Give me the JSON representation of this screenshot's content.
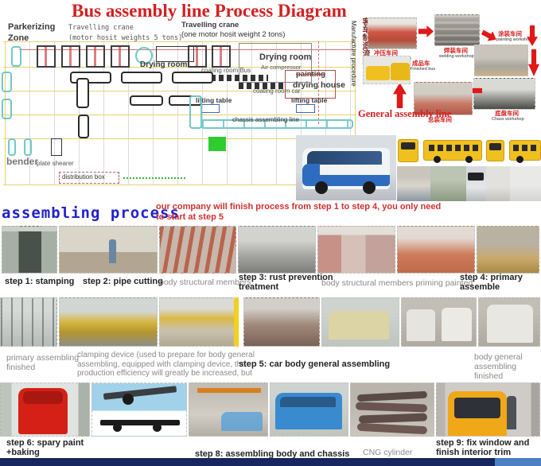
{
  "title": "Bus assembly line Process Diagram",
  "layout": {
    "parkerizing": "Parkerizing",
    "zone": "Zone",
    "crane1_l1": "Travelling crane",
    "crane1_l2": "(motor hosit weights 5 tons)",
    "crane2_l1": "Travelling crane",
    "crane2_l2": "(one motor hosit weight 2 tons)",
    "drying_room_1": "Drying room",
    "drying_room_2": "Drying room",
    "coating_room_bus": "coating room Bus",
    "air_compressor": "Air compressor",
    "painting": "painting",
    "drying_house": "drying house",
    "coating_room_car": "coating room car",
    "lifting_table_1": "lifting table",
    "lifting_table_2": "lifting table",
    "chassis_line": "chassis assembling line",
    "bender": "bender",
    "plate_shearer": "plate shearer",
    "distribution_box": "distribution box"
  },
  "flow": {
    "vertical_en": "Manufacture procedure",
    "vertical_cn": "客车制造流程图",
    "general_assembly": "General assembly line",
    "n1_cn": "冲压车间",
    "n1_en": "preparation workshop",
    "n2_cn": "焊装车间",
    "n2_en": "welding workshop",
    "n3_cn": "涂装车间",
    "n3_en": "painting workshop",
    "n4_cn": "底盘车间",
    "n4_en": "Chass workshop",
    "n5_cn": "总装车间",
    "n6_cn": "成品车",
    "n6_en": "Finished bus"
  },
  "assembling": {
    "heading": "assembling process",
    "note": "our company will finish process from step 1 to step 4, you only need\nto start at step 5"
  },
  "labels": {
    "step1": "step 1: stamping",
    "step2": "step 2: pipe cutting",
    "body_members": "body structural members",
    "step3": "step 3: rust prevention\ntreatment",
    "priming": "body structural members priming painted",
    "step4": "step 4: primary\nassemble",
    "primary_finished": "primary assembling\nfinished",
    "clamping": "clamping device (used to prepare for body general\nassembling, equipped with clamping device, the\nproduction efficiency will greatly be increased, but",
    "step5": "step 5: car body general assembling",
    "body_general_finished": "body general\nassembling finished",
    "step6": "step 6: spary paint\n+baking",
    "step8": "step 8: assembling body and chassis",
    "cng": "CNG cylinder",
    "step9": "step 9: fix window and\nfinish interior trim"
  },
  "colors": {
    "title_red": "#d42020",
    "heading_blue": "#2222cc",
    "arrow_red": "#e01818",
    "green_marker": "#2ecc2e",
    "bottom_bar_navy": "#17265e",
    "bottom_bar_blue": "#4d7fc4"
  }
}
